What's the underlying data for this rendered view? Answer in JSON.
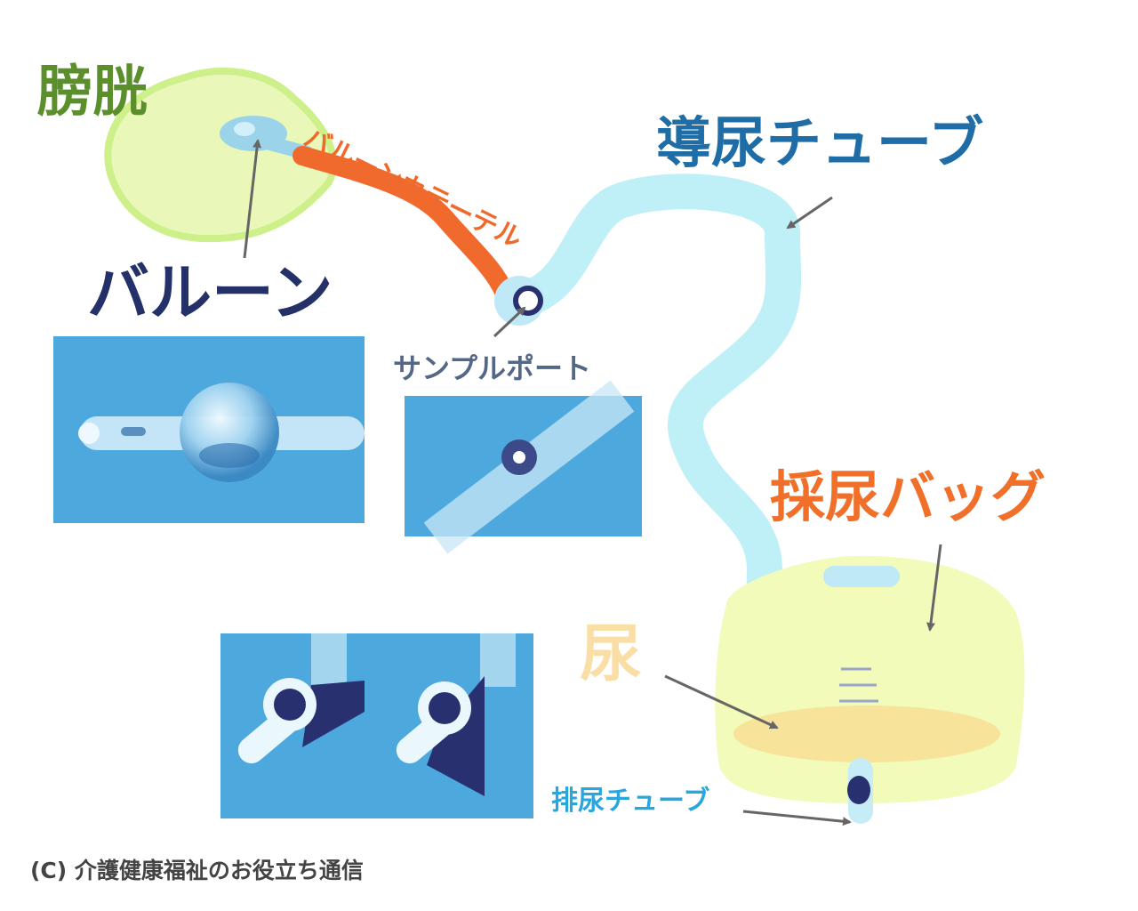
{
  "labels": {
    "bladder": "膀胱",
    "balloon_catheter": "バルーンカテーテル",
    "urinary_tube": "導尿チューブ",
    "balloon": "バルーン",
    "sample_port": "サンプルポート",
    "urine_bag": "採尿バッグ",
    "urine": "尿",
    "drain_tube": "排尿チューブ"
  },
  "footer": {
    "copyright": "(C) 介護健康福祉のお役立ち通信"
  },
  "colors": {
    "bladder_fill": "#e9f7b8",
    "bladder_outline": "#cdf08a",
    "catheter": "#f06a2e",
    "tube": "#bff0f7",
    "bag_fill": "#f2fbb9",
    "urine_fill": "#f7e39a",
    "photo_bg": "#4da8dd",
    "port_dark": "#283070",
    "label_bladder": "#5a8f2c",
    "label_balloon": "#243068",
    "label_tube": "#1f6da6",
    "label_bag": "#f0702a",
    "label_urine": "#f9dfa6",
    "label_sample_port": "#536887",
    "label_drain": "#2aa6dc",
    "arrow": "#666666"
  }
}
